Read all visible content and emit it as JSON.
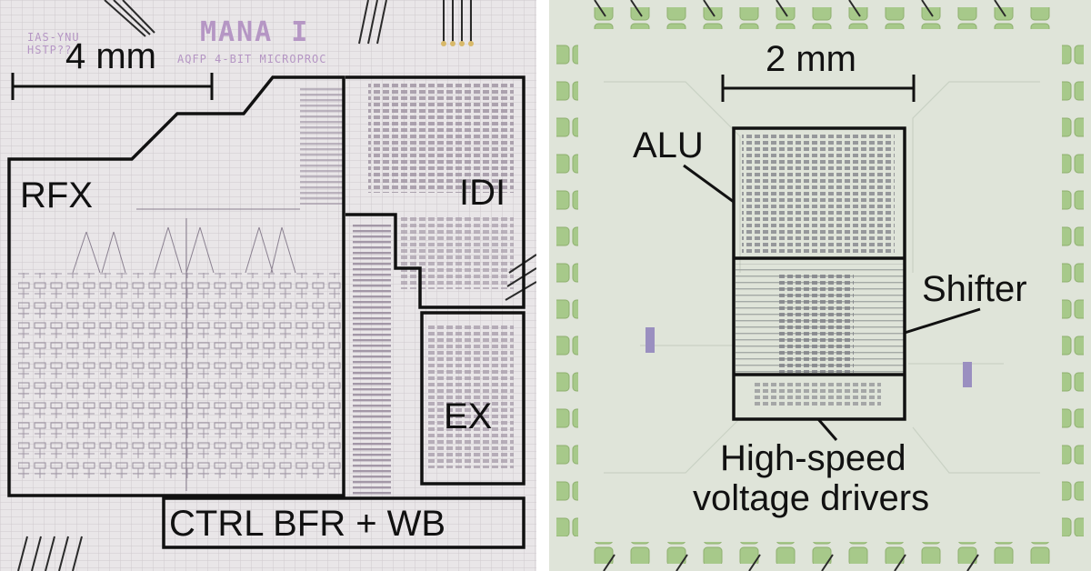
{
  "left_chip": {
    "chip_name": "MANA I",
    "chip_subtitle": "AQFP 4-BIT MICROPROC",
    "corner_text_line1": "IAS-YNU",
    "corner_text_line2": "HSTP??",
    "scale_bar_label": "4 mm",
    "blocks": {
      "rfx": "RFX",
      "idi": "IDI",
      "ex": "EX",
      "ctrl": "CTRL BFR + WB"
    }
  },
  "right_chip": {
    "scale_bar_label": "2 mm",
    "blocks": {
      "alu": "ALU",
      "shifter": "Shifter",
      "drivers_line1": "High-speed",
      "drivers_line2": "voltage drivers"
    }
  },
  "colors": {
    "left_die_bg": "#e9e6e8",
    "right_die_bg": "#dfe4d9",
    "circuit_lines": "#8a8090",
    "pad_green": "#a7c98a",
    "annotation_lines": "#111111"
  }
}
